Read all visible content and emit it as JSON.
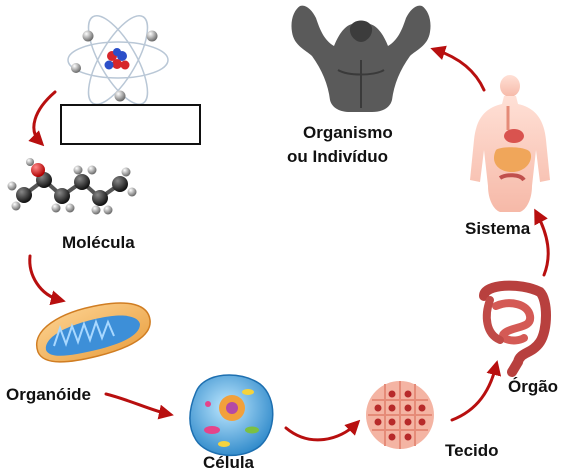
{
  "stages": [
    {
      "id": "atomo",
      "label": "",
      "icon": "atom-icon"
    },
    {
      "id": "molecula",
      "label": "Molécula",
      "icon": "molecule-icon"
    },
    {
      "id": "organoide",
      "label": "Organóide",
      "icon": "mitochondrion-icon"
    },
    {
      "id": "celula",
      "label": "Célula",
      "icon": "cell-icon"
    },
    {
      "id": "tecido",
      "label": "Tecido",
      "icon": "tissue-icon"
    },
    {
      "id": "orgao",
      "label": "Órgão",
      "icon": "intestine-icon"
    },
    {
      "id": "sistema",
      "label": "Sistema",
      "icon": "digestive-system-icon"
    },
    {
      "id": "organismo",
      "label_line1": "Organismo",
      "label_line2": "ou Indivíduo",
      "icon": "human-torso-icon"
    }
  ],
  "colors": {
    "arrow": "#b80f0f",
    "text": "#111111"
  }
}
